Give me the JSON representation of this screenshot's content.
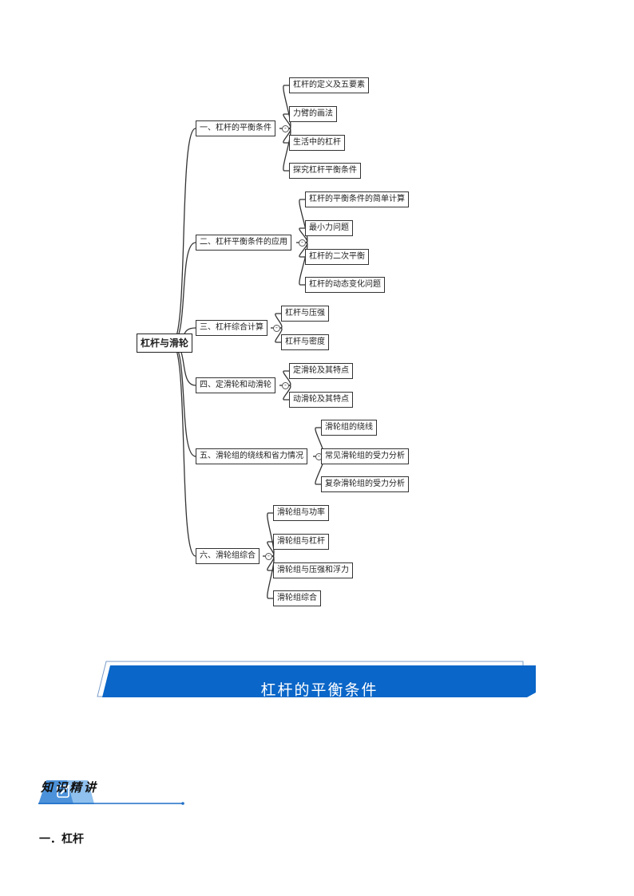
{
  "mindmap": {
    "root": "杠杆与滑轮",
    "branches": [
      {
        "label": "一、杠杆的平衡条件",
        "children": [
          "杠杆的定义及五要素",
          "力臂的画法",
          "生活中的杠杆",
          "探究杠杆平衡条件"
        ]
      },
      {
        "label": "二、杠杆平衡条件的应用",
        "children": [
          "杠杆的平衡条件的简单计算",
          "最小力问题",
          "杠杆的二次平衡",
          "杠杆的动态变化问题"
        ]
      },
      {
        "label": "三、杠杆综合计算",
        "children": [
          "杠杆与压强",
          "杠杆与密度"
        ]
      },
      {
        "label": "四、定滑轮和动滑轮",
        "children": [
          "定滑轮及其特点",
          "动滑轮及其特点"
        ]
      },
      {
        "label": "五、滑轮组的绕线和省力情况",
        "children": [
          "滑轮组的绕线",
          "常见滑轮组的受力分析",
          "复杂滑轮组的受力分析"
        ]
      },
      {
        "label": "六、滑轮组综合",
        "children": [
          "滑轮组与功率",
          "滑轮组与杠杆",
          "滑轮组与压强和浮力",
          "滑轮组综合"
        ]
      }
    ],
    "collapse_symbol": "-"
  },
  "banner": {
    "title": "杠杆的平衡条件",
    "color": "#0a66c8"
  },
  "knowledge_point": {
    "title": "知识精讲"
  },
  "section": {
    "heading": "一．杠杆"
  }
}
